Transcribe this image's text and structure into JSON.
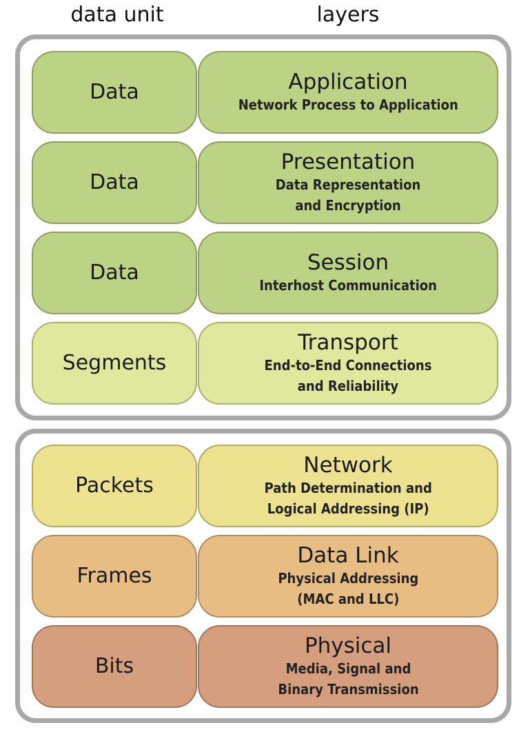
{
  "headers": {
    "unit": "data unit",
    "layers": "layers"
  },
  "layers": [
    {
      "unit": "Data",
      "name": "Application",
      "desc": "Network Process to Application",
      "fill": "#bcd386",
      "stroke": "#8e9e62"
    },
    {
      "unit": "Data",
      "name": "Presentation",
      "desc": "Data Representation\nand Encryption",
      "fill": "#bcd386",
      "stroke": "#8e9e62"
    },
    {
      "unit": "Data",
      "name": "Session",
      "desc": "Interhost Communication",
      "fill": "#bcd386",
      "stroke": "#8e9e62"
    },
    {
      "unit": "Segments",
      "name": "Transport",
      "desc": "End-to-End Connections\nand Reliability",
      "fill": "#dfe89c",
      "stroke": "#a9b06a"
    },
    {
      "unit": "Packets",
      "name": "Network",
      "desc": "Path Determination and\nLogical Addressing (IP)",
      "fill": "#ece28f",
      "stroke": "#b3aa62"
    },
    {
      "unit": "Frames",
      "name": "Data Link",
      "desc": "Physical Addressing\n(MAC and LLC)",
      "fill": "#e8bd84",
      "stroke": "#b08d5e"
    },
    {
      "unit": "Bits",
      "name": "Physical",
      "desc": "Media, Signal and\nBinary Transmission",
      "fill": "#d59e7e",
      "stroke": "#a07658"
    }
  ]
}
